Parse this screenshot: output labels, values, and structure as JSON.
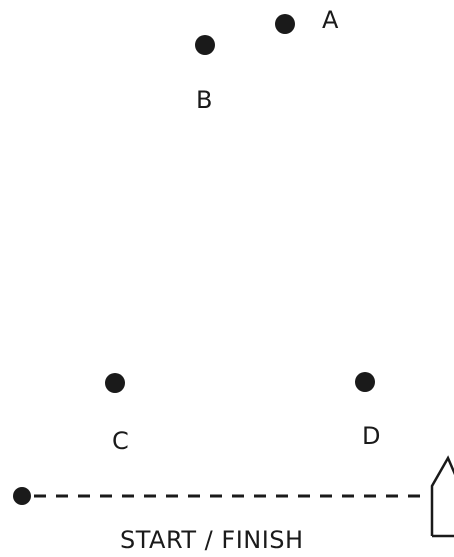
{
  "points": {
    "a": {
      "label": "A"
    },
    "b": {
      "label": "B"
    },
    "c": {
      "label": "C"
    },
    "d": {
      "label": "D"
    }
  },
  "start_finish": {
    "label": "START / FINISH"
  },
  "colors": {
    "ink": "#1a1a1a",
    "background": "#ffffff"
  }
}
